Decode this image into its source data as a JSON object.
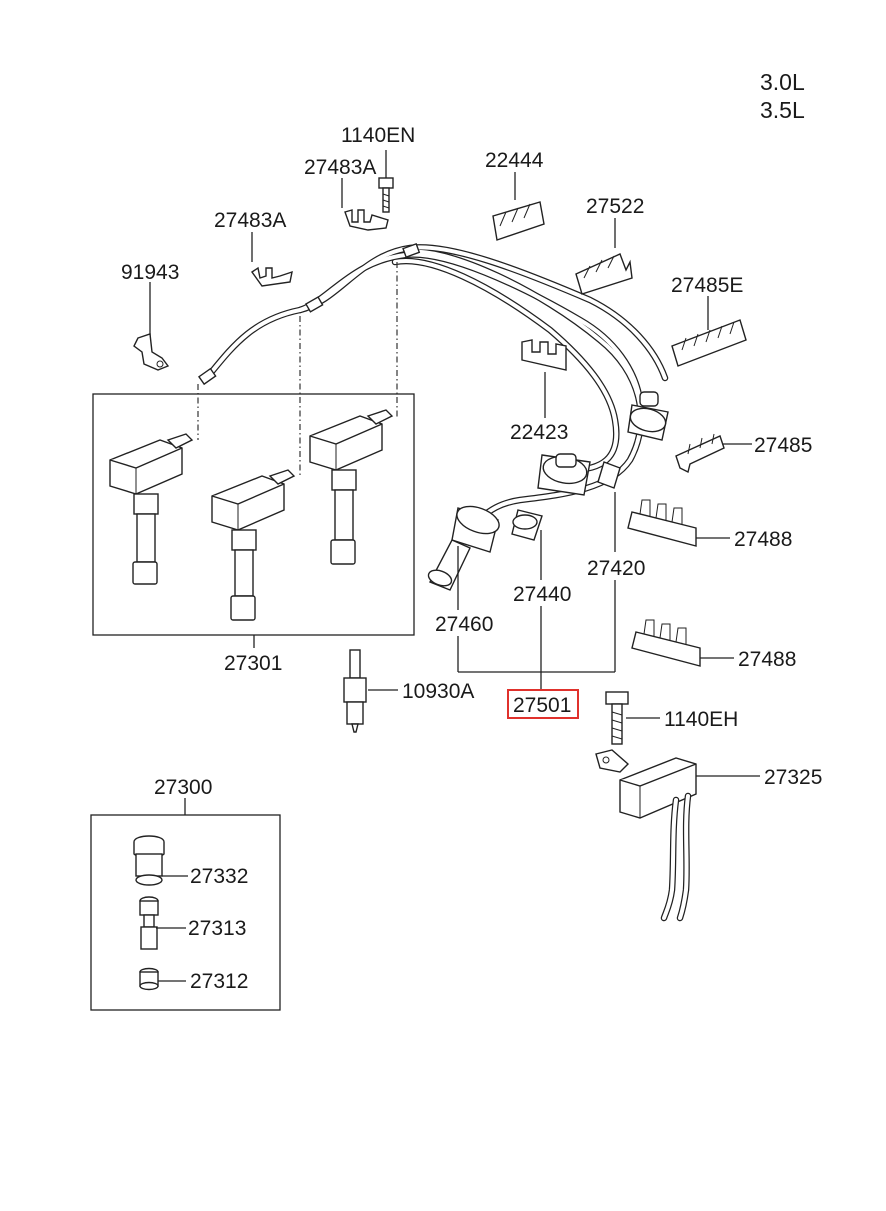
{
  "engine": {
    "line1": "3.0L",
    "line2": "3.5L"
  },
  "labels": {
    "p1140EN": "1140EN",
    "p27483A_top": "27483A",
    "p22444": "22444",
    "p27522": "27522",
    "p27483A_mid": "27483A",
    "p91943": "91943",
    "p27485E": "27485E",
    "p22423": "22423",
    "p27485": "27485",
    "p27488_a": "27488",
    "p27420": "27420",
    "p27440": "27440",
    "p27460": "27460",
    "p27301": "27301",
    "p10930A": "10930A",
    "p27488_b": "27488",
    "p27501": "27501",
    "p1140EH": "1140EH",
    "p27325": "27325",
    "p27300": "27300",
    "p27332": "27332",
    "p27313": "27313",
    "p27312": "27312"
  },
  "highlight": {
    "part": "27501",
    "color": "#e0312c"
  }
}
